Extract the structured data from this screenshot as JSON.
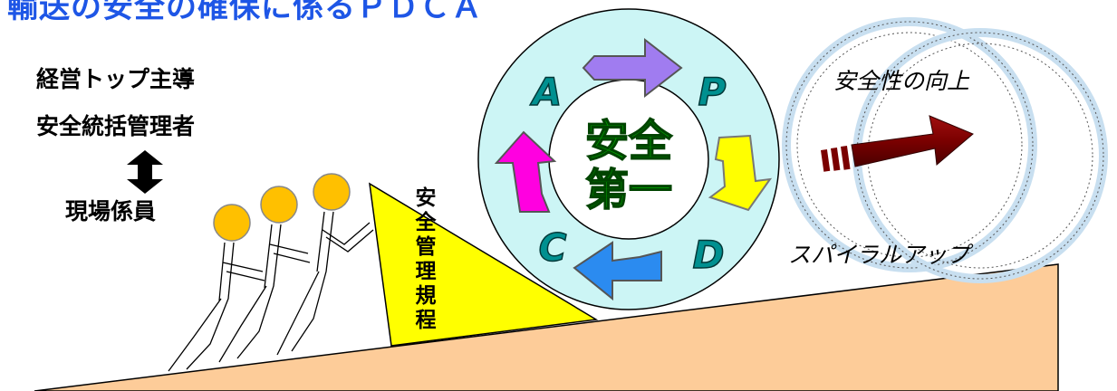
{
  "title": "輸送の安全の確保に係るＰＤＣＡ",
  "left_labels": {
    "top_management": "経営トップ主導",
    "safety_manager": "安全統括管理者",
    "field_staff": "現場係員"
  },
  "wedge_label": "安全管理規程",
  "wheel": {
    "center_line1": "安全",
    "center_line2": "第一",
    "letters": [
      "P",
      "D",
      "C",
      "A"
    ]
  },
  "improvement_label": "安全性の向上",
  "spiral_label": "スパイラルアップ",
  "colors": {
    "title": "#1e56e6",
    "ring": "#ccf5f5",
    "center_fill": "#ffffff",
    "center_text": "#008800",
    "letter_fill": "#009090",
    "arrow_top": "#a07cf0",
    "arrow_right": "#ffff00",
    "arrow_bottom": "#2b8bf0",
    "arrow_left": "#ff00e0",
    "improvement_arrow": "#7a0000",
    "slope": "#fdcc99",
    "wedge": "#ffff00",
    "heads": "#ffc000",
    "spiral_rings": "#c8dff0"
  }
}
